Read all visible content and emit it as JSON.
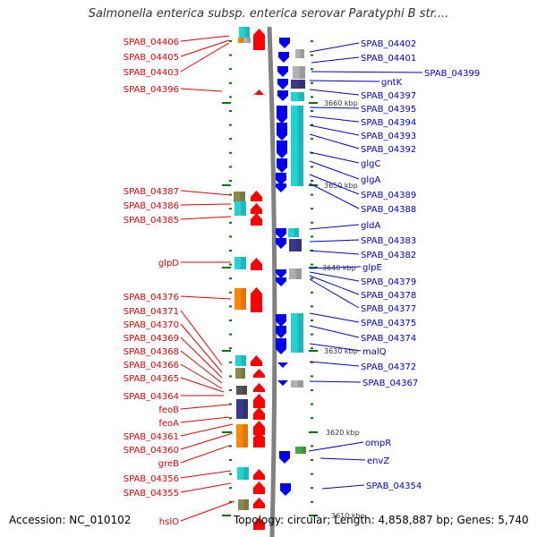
{
  "title": "Salmonella enterica subsp. enterica serovar Paratyphi B str....",
  "footer": {
    "accession": "Accession: NC_010102",
    "topology": "Topology: circular; Length: 4,858,887 bp; Genes: 5,740"
  },
  "colors": {
    "left_label": "#e00000",
    "right_label": "#0000cc",
    "backbone": "#808080",
    "tick": "#007700",
    "reverse_arrow": "#ff0000",
    "forward_arrow": "#0000ee",
    "cyan_block": "#22d3d3",
    "orange_block": "#ff8800",
    "navy_block": "#3a3a8a",
    "gray_block": "#b0b0b0",
    "olive_block": "#8a8a4a",
    "green_block": "#44aa44"
  },
  "kbp_ticks": [
    "3660 kbp",
    "3650 kbp",
    "3640 kbp",
    "3630 kbp",
    "3620 kbp",
    "3610 kbp"
  ],
  "left_genes": [
    "SPAB_04406",
    "SPAB_04405",
    "SPAB_04403",
    "SPAB_04396",
    "SPAB_04387",
    "SPAB_04386",
    "SPAB_04385",
    "glpD",
    "SPAB_04376",
    "SPAB_04371",
    "SPAB_04370",
    "SPAB_04369",
    "SPAB_04368",
    "SPAB_04366",
    "SPAB_04365",
    "SPAB_04364",
    "feoB",
    "feoA",
    "SPAB_04361",
    "SPAB_04360",
    "greB",
    "SPAB_04356",
    "SPAB_04355",
    "hslO"
  ],
  "right_genes": [
    "SPAB_04402",
    "SPAB_04401",
    "SPAB_04399",
    "gntK",
    "SPAB_04397",
    "SPAB_04395",
    "SPAB_04394",
    "SPAB_04393",
    "SPAB_04392",
    "glgC",
    "glgA",
    "SPAB_04389",
    "SPAB_04388",
    "gldA",
    "SPAB_04383",
    "SPAB_04382",
    "glpE",
    "SPAB_04379",
    "SPAB_04378",
    "SPAB_04377",
    "SPAB_04375",
    "SPAB_04374",
    "malQ",
    "SPAB_04372",
    "SPAB_04367",
    "ompR",
    "envZ",
    "SPAB_04354"
  ]
}
